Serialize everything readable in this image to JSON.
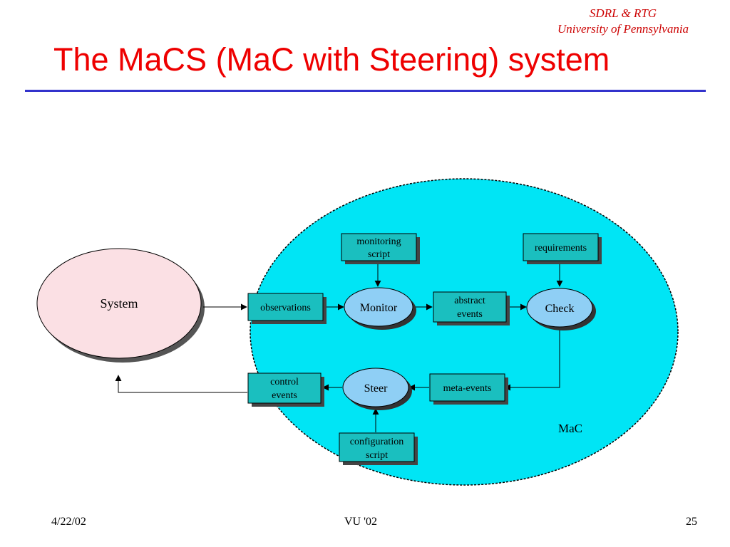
{
  "header": {
    "affiliation_line1": "SDRL & RTG",
    "affiliation_line2": "University of Pennsylvania",
    "title": "The MaCS (MaC with Steering) system"
  },
  "diagram": {
    "system_label": "System",
    "mac_label": "MaC",
    "nodes": {
      "monitoring_script": [
        "monitoring",
        "script"
      ],
      "requirements": [
        "requirements"
      ],
      "observations": [
        "observations"
      ],
      "monitor": [
        "Monitor"
      ],
      "abstract_events": [
        "abstract",
        "events"
      ],
      "check": [
        "Check"
      ],
      "control_events": [
        "control",
        "events"
      ],
      "steer": [
        "Steer"
      ],
      "meta_events": [
        "meta-events"
      ],
      "configuration_script": [
        "configuration",
        "script"
      ]
    },
    "colors": {
      "background": "#ffffff",
      "mac_fill": "#00e5f5",
      "system_fill": "#fbe0e4",
      "box_fill": "#1abfbf",
      "process_fill": "#8fcff5",
      "shadow": "#444444"
    }
  },
  "footer": {
    "date": "4/22/02",
    "venue": "VU '02",
    "page": "25"
  }
}
